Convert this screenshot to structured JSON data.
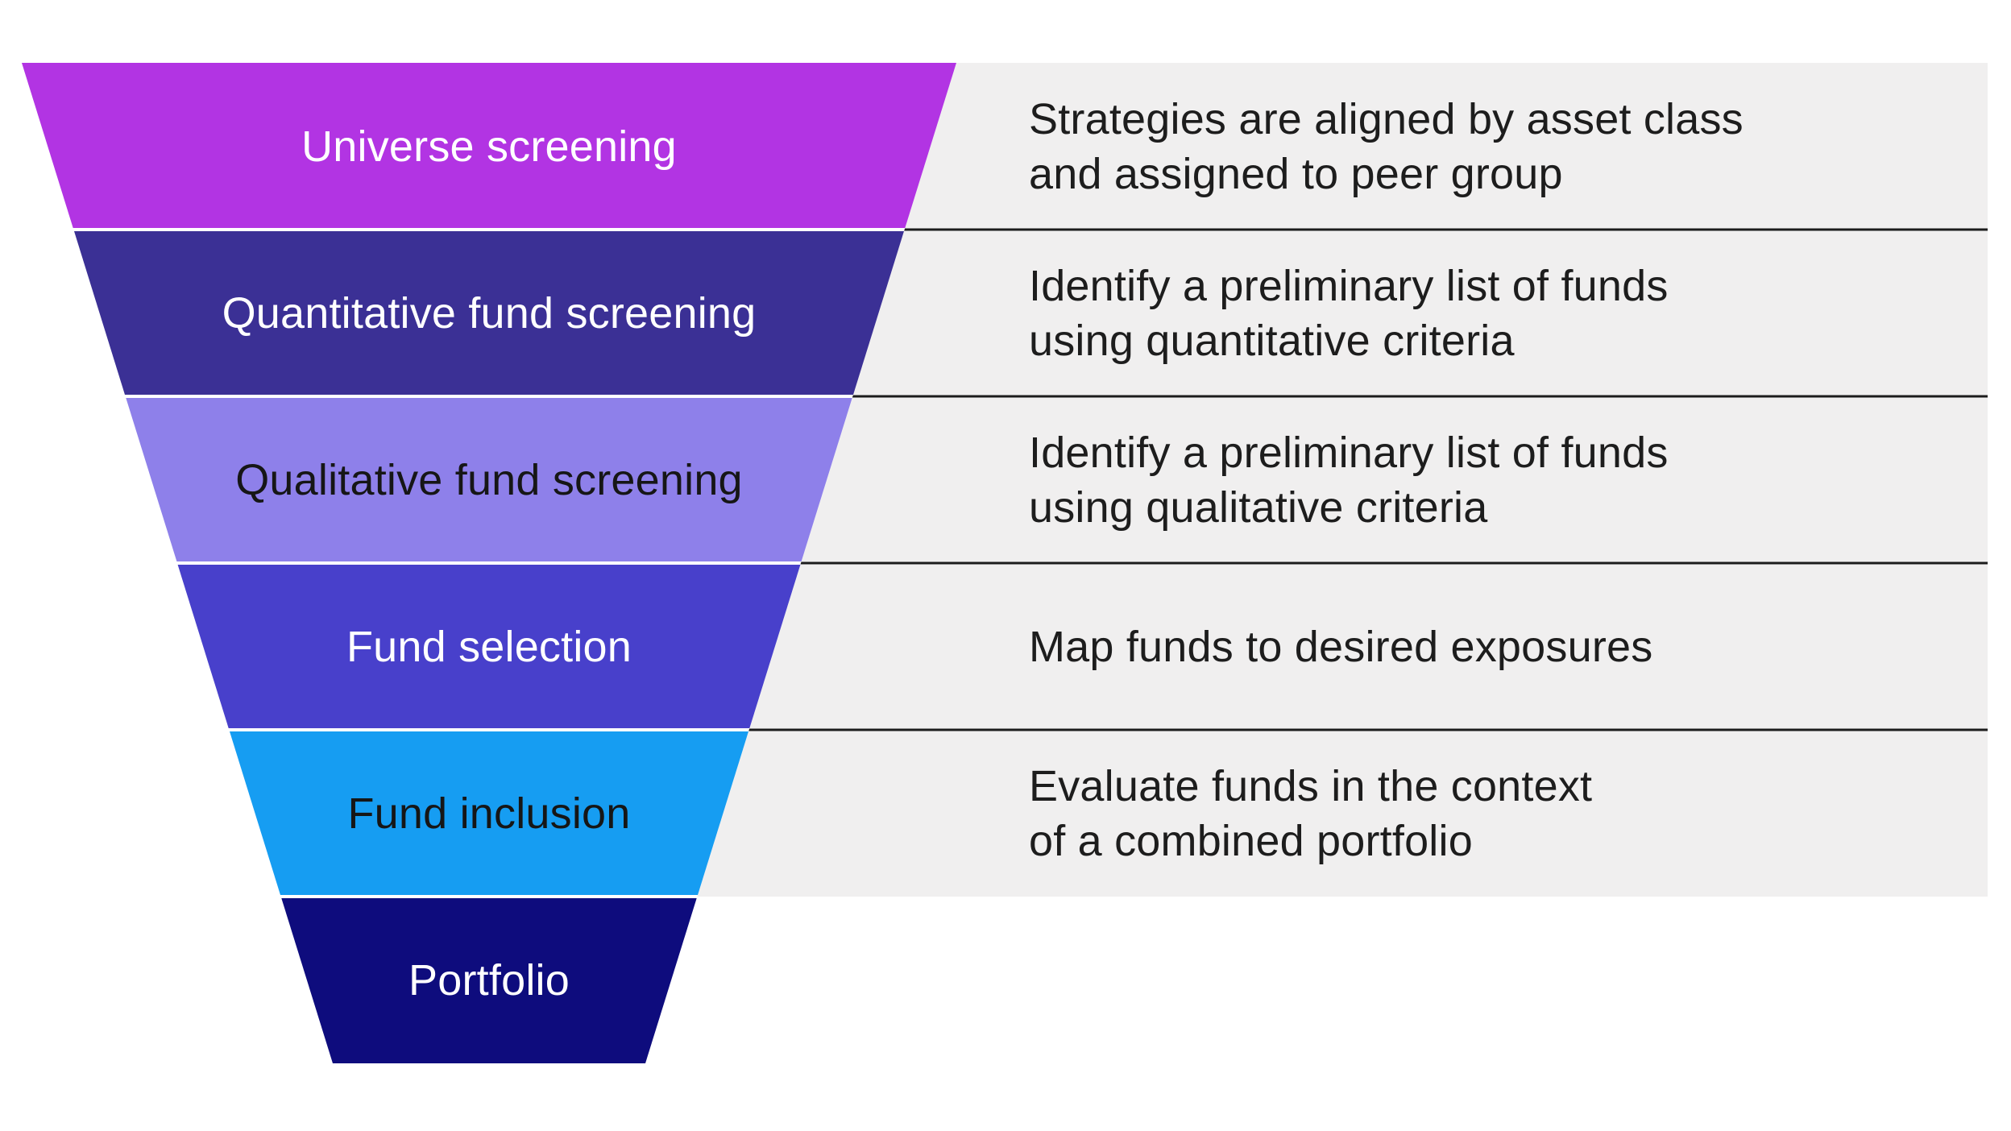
{
  "background_color": "#ffffff",
  "row_background_color": "#f0efef",
  "separator_line_color": "#1c1c1c",
  "funnel_gap_color": "#ffffff",
  "description_text_color": "#1d1d1d",
  "stages": [
    {
      "label": "Universe screening",
      "color": "#b234e3",
      "label_color": "#ffffff",
      "description": [
        "Strategies are aligned by asset class",
        "and assigned to peer group"
      ]
    },
    {
      "label": "Quantitative fund screening",
      "color": "#3b3095",
      "label_color": "#ffffff",
      "description": [
        "Identify a preliminary list of funds",
        "using quantitative criteria"
      ]
    },
    {
      "label": "Qualitative fund screening",
      "color": "#8e80ea",
      "label_color": "#161616",
      "description": [
        "Identify a preliminary list of funds",
        "using qualitative criteria"
      ]
    },
    {
      "label": "Fund selection",
      "color": "#4840cb",
      "label_color": "#ffffff",
      "description": [
        "Map funds to desired exposures"
      ]
    },
    {
      "label": "Fund inclusion",
      "color": "#169df2",
      "label_color": "#161616",
      "description": [
        "Evaluate funds in the context",
        "of a combined portfolio"
      ]
    },
    {
      "label": "Portfolio",
      "color": "#0e0c7d",
      "label_color": "#ffffff",
      "description": []
    }
  ]
}
